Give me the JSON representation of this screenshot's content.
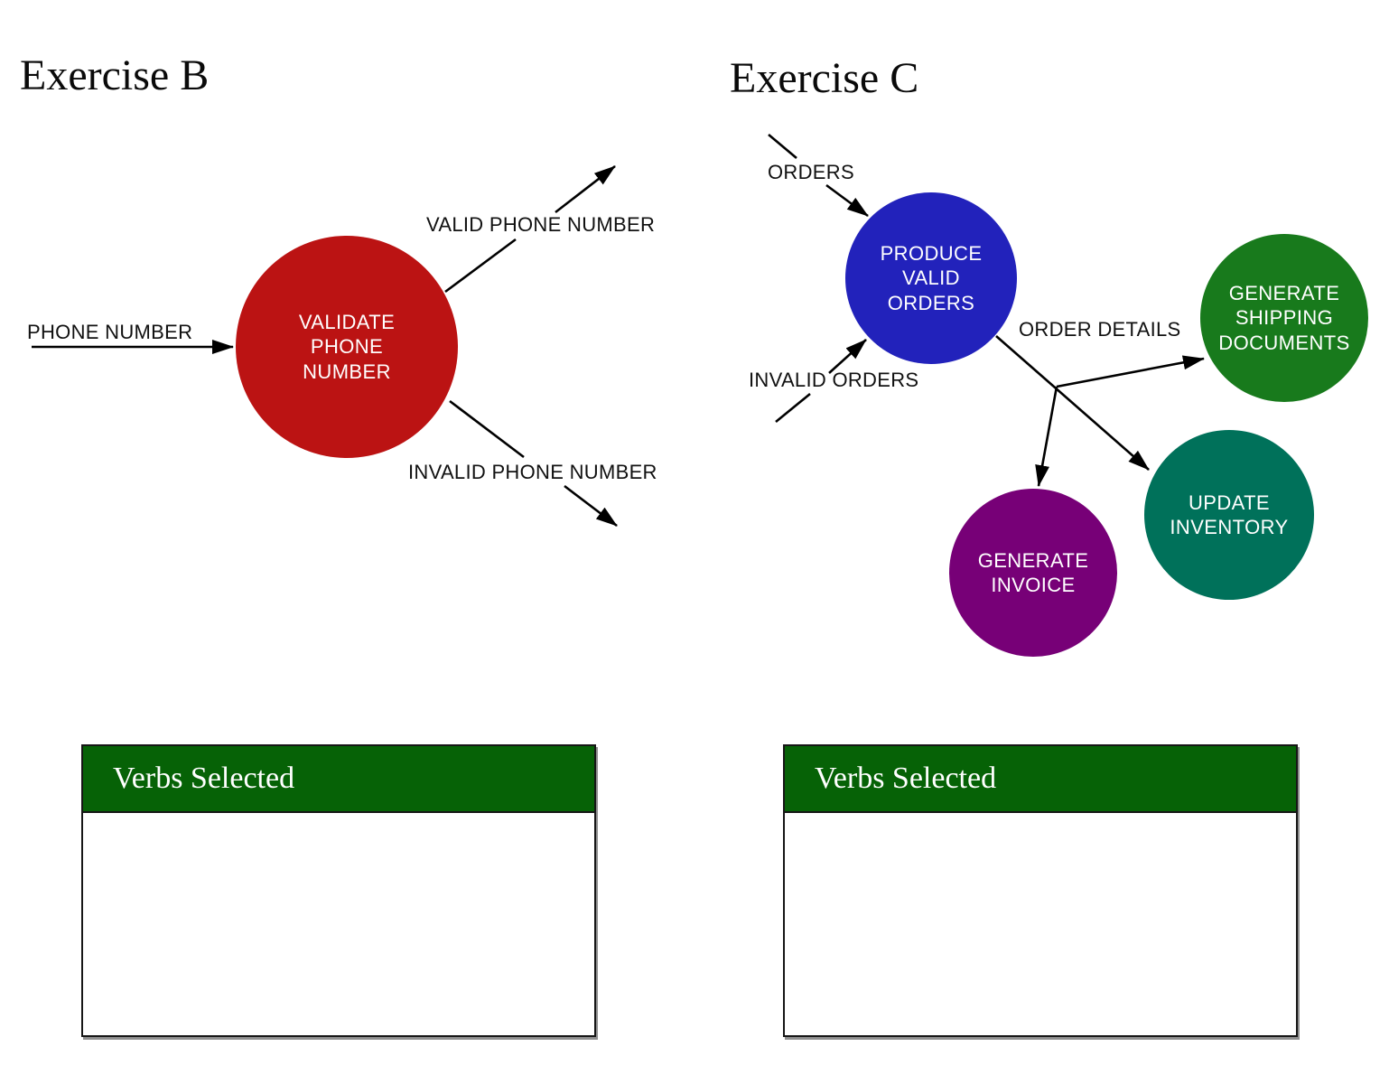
{
  "diagram": {
    "line_color": "#000000"
  },
  "exercise_b": {
    "title": "Exercise B",
    "process": {
      "label": "VALIDATE\nPHONE\nNUMBER",
      "color": "#bb1313"
    },
    "flows": {
      "input": "PHONE NUMBER",
      "valid_output": "VALID PHONE NUMBER",
      "invalid_output": "INVALID PHONE NUMBER"
    },
    "verbs_panel": {
      "header": "Verbs Selected",
      "header_color": "#066206"
    }
  },
  "exercise_c": {
    "title": "Exercise C",
    "processes": {
      "produce_valid_orders": {
        "label": "PRODUCE\nVALID\nORDERS",
        "color": "#2222bb"
      },
      "generate_shipping_documents": {
        "label": "GENERATE\nSHIPPING\nDOCUMENTS",
        "color": "#187a1c"
      },
      "update_inventory": {
        "label": "UPDATE\nINVENTORY",
        "color": "#00715a"
      },
      "generate_invoice": {
        "label": "GENERATE\nINVOICE",
        "color": "#770077"
      }
    },
    "flows": {
      "orders_input": "ORDERS",
      "invalid_orders": "INVALID ORDERS",
      "order_details": "ORDER DETAILS"
    },
    "verbs_panel": {
      "header": "Verbs Selected",
      "header_color": "#066206"
    }
  }
}
